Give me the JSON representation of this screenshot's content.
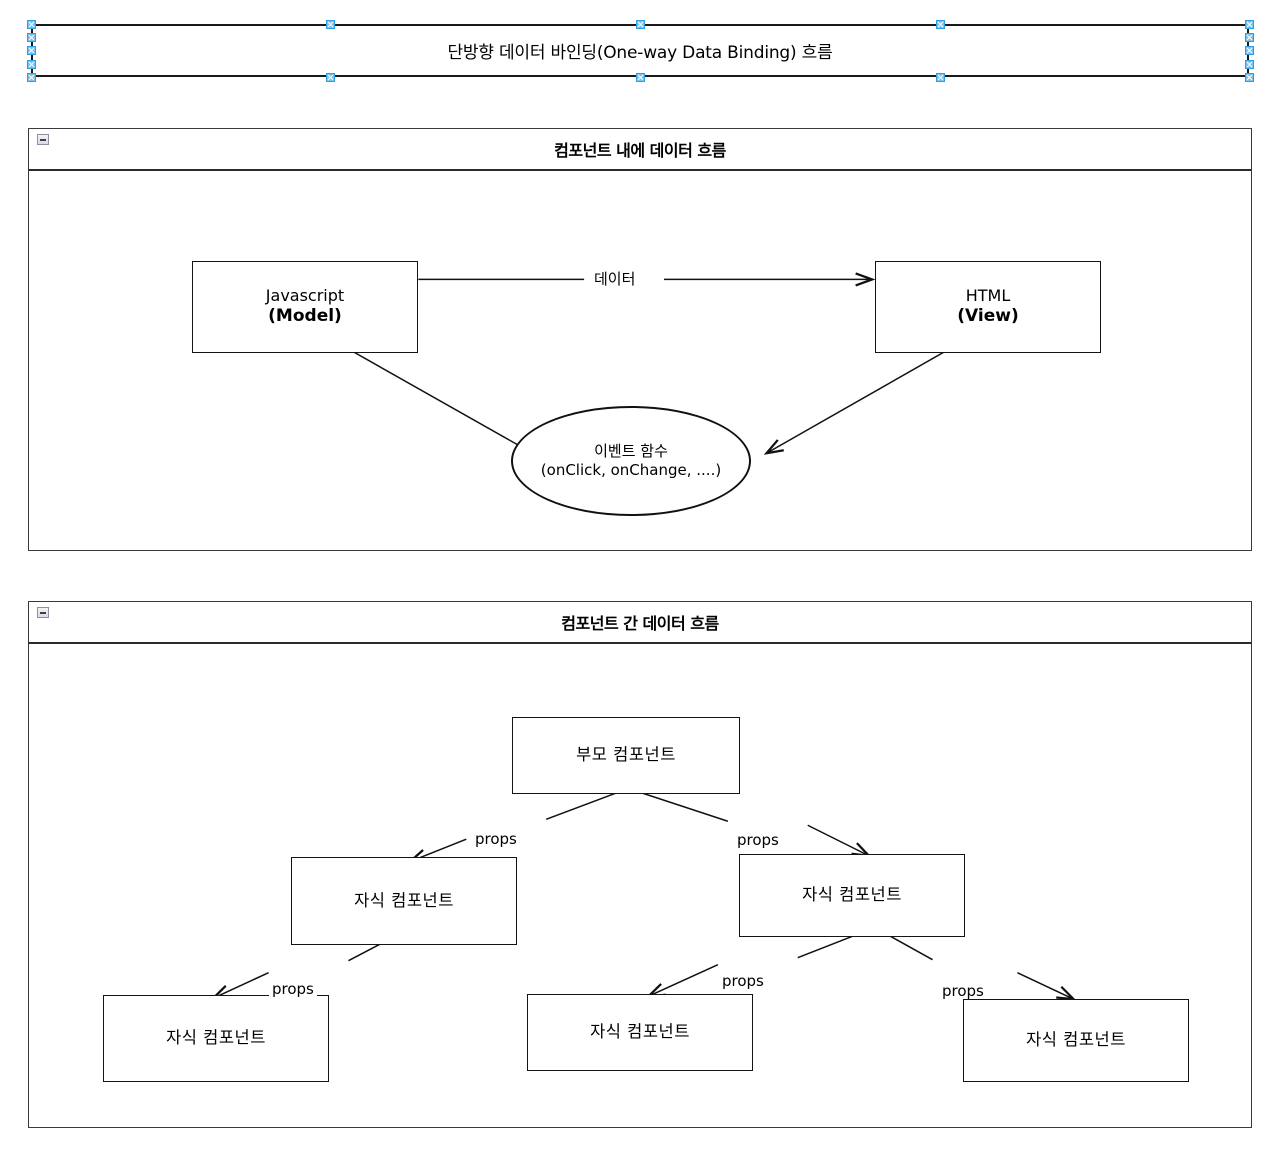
{
  "document": {
    "title": "단방향 데이터 바인딩(One-way Data Binding) 흐름"
  },
  "panels": [
    {
      "id": "inner-component-flow",
      "title": "컴포넌트 내에 데이터 흐름",
      "collapse_icon": "minimize-icon",
      "nodes": [
        {
          "name": "model",
          "line1": "Javascript",
          "line2": "(Model)"
        },
        {
          "name": "view",
          "line1": "HTML",
          "line2": "(View)"
        },
        {
          "name": "event-handler",
          "line1": "이벤트 함수",
          "line2": "(onClick, onChange, ....)"
        }
      ],
      "edges": [
        {
          "from": "model",
          "to": "view",
          "label": "데이터"
        },
        {
          "from": "view",
          "to": "event-handler",
          "label": ""
        },
        {
          "from": "event-handler",
          "to": "model",
          "label": ""
        }
      ]
    },
    {
      "id": "between-component-flow",
      "title": "컴포넌트 간 데이터 흐름",
      "collapse_icon": "minimize-icon",
      "nodes": [
        {
          "name": "parent",
          "label": "부모 컴포넌트"
        },
        {
          "name": "child-left",
          "label": "자식 컴포넌트"
        },
        {
          "name": "child-right",
          "label": "자식 컴포넌트"
        },
        {
          "name": "child-bottom-1",
          "label": "자식 컴포넌트"
        },
        {
          "name": "child-bottom-2",
          "label": "자식 컴포넌트"
        },
        {
          "name": "child-bottom-3",
          "label": "자식 컴포넌트"
        }
      ],
      "edges": [
        {
          "from": "parent",
          "to": "child-left",
          "label": "props"
        },
        {
          "from": "parent",
          "to": "child-right",
          "label": "props"
        },
        {
          "from": "child-left",
          "to": "child-bottom-1",
          "label": "props"
        },
        {
          "from": "child-right",
          "to": "child-bottom-2",
          "label": "props"
        },
        {
          "from": "child-right",
          "to": "child-bottom-3",
          "label": "props"
        }
      ]
    }
  ],
  "colors": {
    "stroke": "#111111",
    "selection_handle": "#7cc0ec",
    "panel_border": "#3a3a3a"
  },
  "selection": {
    "active_element": "title-banner",
    "handle_count": 8
  }
}
